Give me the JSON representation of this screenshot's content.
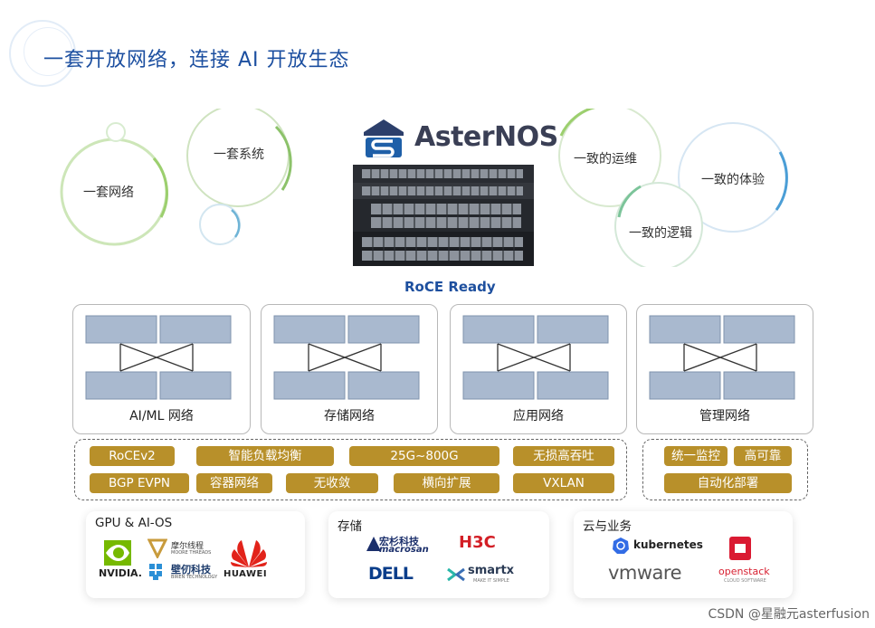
{
  "title": "一套开放网络，连接 AI 开放生态",
  "bubbles": {
    "left": [
      "一套网络",
      "一套系统"
    ],
    "right": [
      "一致的运维",
      "一致的体验",
      "一致的逻辑"
    ]
  },
  "brand": {
    "name": "AsterNOS",
    "roce": "RoCE Ready"
  },
  "networks": [
    "AI/ML 网络",
    "存储网络",
    "应用网络",
    "管理网络"
  ],
  "features_main": {
    "row1": [
      "RoCEv2",
      "智能负载均衡",
      "25G~800G",
      "无损高吞吐"
    ],
    "row2": [
      "BGP EVPN",
      "容器网络",
      "无收敛",
      "横向扩展",
      "VXLAN"
    ]
  },
  "features_side": {
    "row1": [
      "统一监控",
      "高可靠"
    ],
    "row2": [
      "自动化部署"
    ]
  },
  "ecosystem": {
    "gpu": {
      "title": "GPU & AI-OS",
      "logos": [
        "NVIDIA.",
        "摩尔线程",
        "MOORE THREADS",
        "壁仞科技",
        "BIREN TECHNOLOGY",
        "HUAWEI"
      ]
    },
    "storage": {
      "title": "存储",
      "logos": [
        "宏杉科技",
        "macrosan",
        "H3C",
        "DELL",
        "smartx",
        "MAKE IT SIMPLE"
      ]
    },
    "cloud": {
      "title": "云与业务",
      "logos": [
        "kubernetes",
        "vmware",
        "openstack",
        "CLOUD SOFTWARE"
      ]
    }
  },
  "watermark": "CSDN @星融元asterfusion",
  "colors": {
    "title": "#1c4fa0",
    "pill": "#b8902a",
    "roce": "#1d4f9e"
  }
}
